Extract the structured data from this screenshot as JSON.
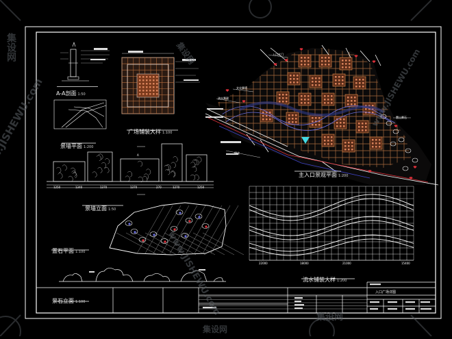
{
  "drawing": {
    "views": {
      "section_aa": {
        "title": "A-A剖面",
        "scale": "1:50"
      },
      "wall_plan": {
        "title": "景墙平面",
        "scale": "1:200"
      },
      "wall_elevation": {
        "title": "景墙立面",
        "scale": "1:50"
      },
      "plaza_paving": {
        "title": "广场铺装大样",
        "scale": "1:100"
      },
      "entrance_plan": {
        "title": "主入口景观平面",
        "scale": "1:200"
      },
      "stone_plan": {
        "title": "置石平面",
        "scale": "1:100"
      },
      "stone_elevation": {
        "title": "景石立面",
        "scale": "1:100"
      },
      "stream_paving": {
        "title": "流水铺装大样",
        "scale": "1:200"
      }
    },
    "annotations": {
      "entrance": "入口大门",
      "culture_wall": "文化景墙",
      "stream": "流水景观",
      "stone": "置山景石",
      "planting": "绿化",
      "ab_mark": "A",
      "dims_bottom": [
        "1250",
        "1340",
        "1370",
        "1370",
        "270",
        "1270",
        "1250"
      ],
      "stream_axis": [
        "22000",
        "18000",
        "21000",
        "15400"
      ]
    },
    "title_block": {
      "project_title": "入口广场详图"
    },
    "colors": {
      "frame": "#ffffff",
      "grid_orange": "#c8743c",
      "grid_white": "#e6e6e6",
      "accent_red": "#e0303a",
      "accent_blue": "#6a6ee0",
      "cyan": "#43d9e3",
      "watermark": "#5b6166"
    }
  },
  "watermark": {
    "brand": "www.JISHEWU.com",
    "mark": "集设网"
  }
}
